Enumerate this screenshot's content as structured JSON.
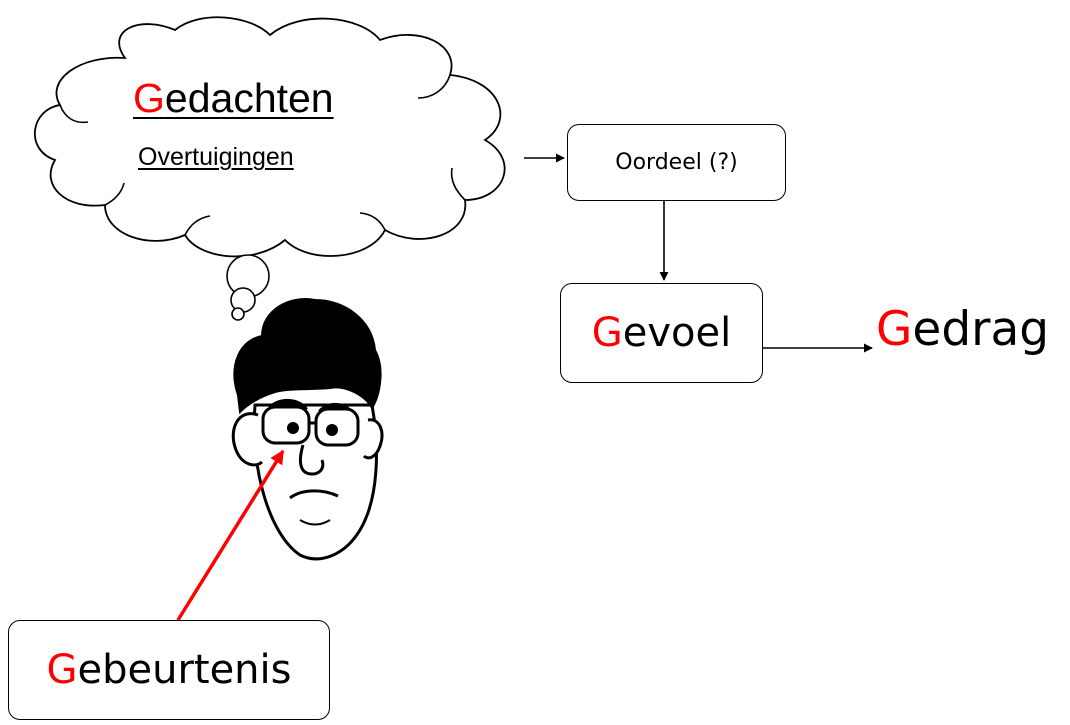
{
  "thought": {
    "title_initial": "G",
    "title_rest": "edachten",
    "subtitle": "Overtuigingen"
  },
  "judgement": {
    "label": "Oordeel (?)"
  },
  "feeling": {
    "initial": "G",
    "rest": "evoel"
  },
  "behaviour": {
    "initial": "G",
    "rest": "edrag"
  },
  "event": {
    "initial": "G",
    "rest": "ebeurtenis"
  },
  "colors": {
    "highlight": "#ff0000",
    "stroke": "#000000",
    "background": "#ffffff"
  },
  "icons": {
    "person": "worried-man-with-glasses-icon",
    "thought_bubble": "thought-cloud-icon"
  }
}
